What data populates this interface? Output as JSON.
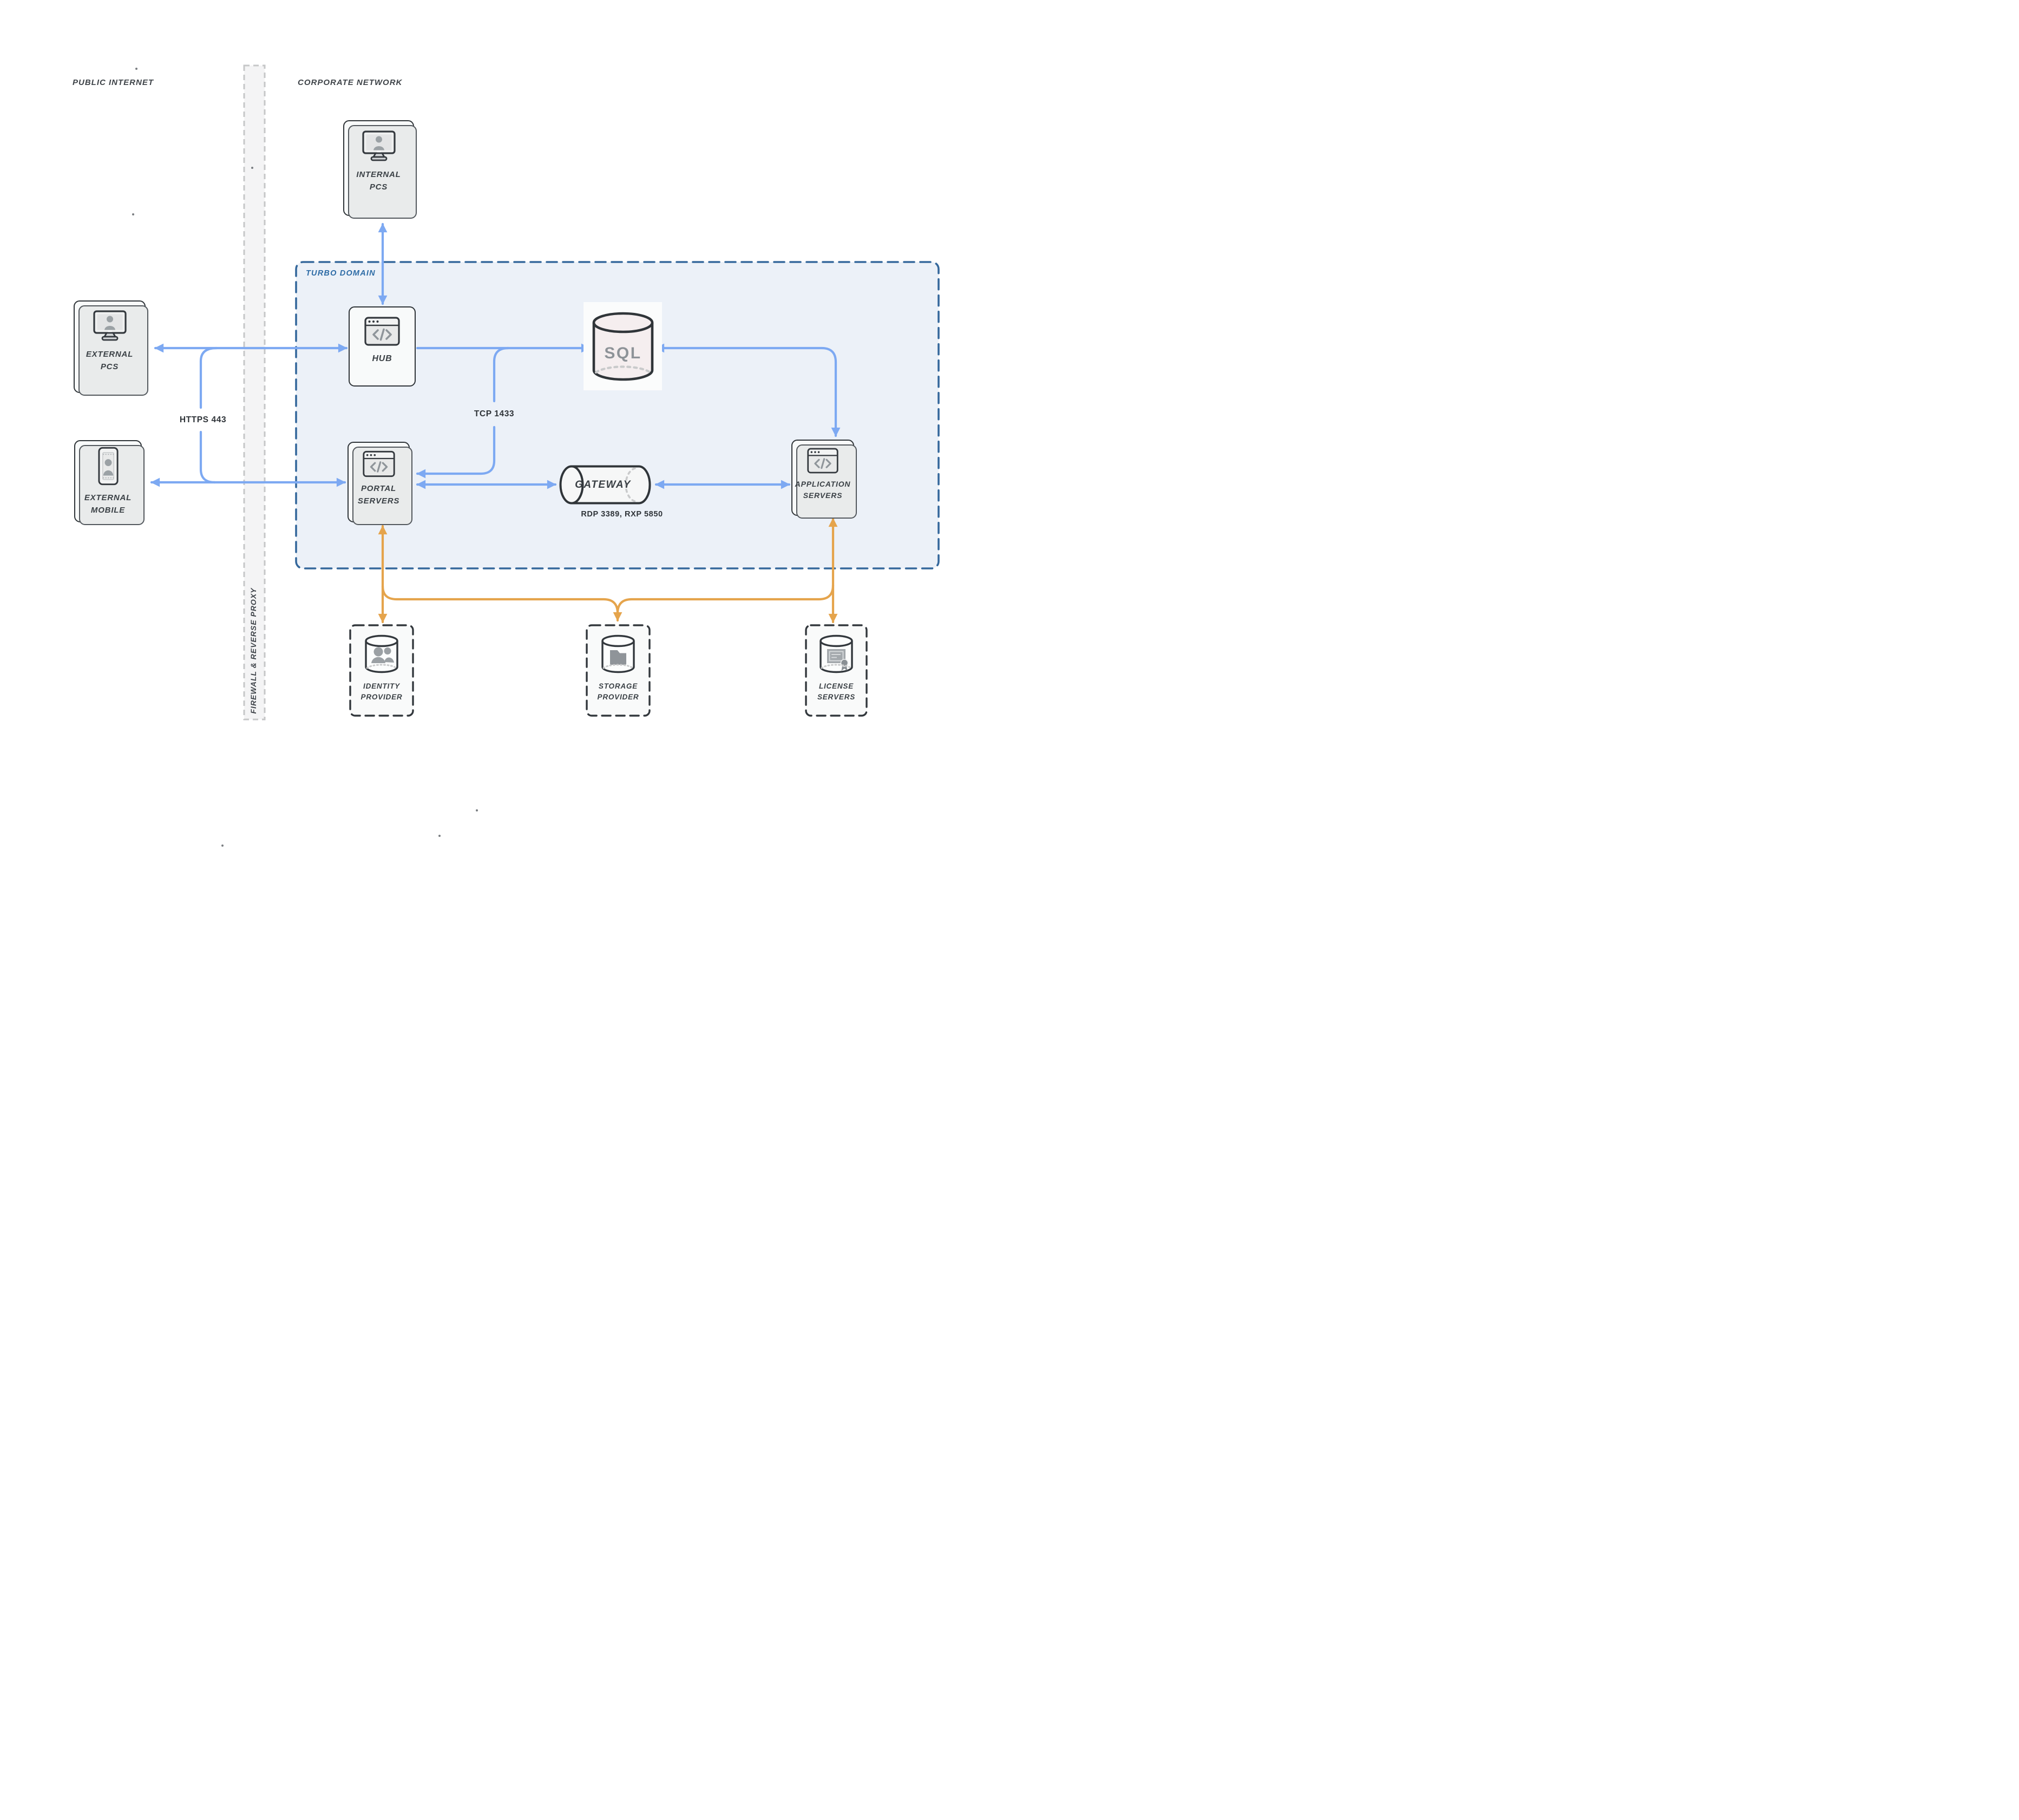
{
  "regions": {
    "public_internet": "PUBLIC INTERNET",
    "corporate_network": "CORPORATE NETWORK",
    "turbo_domain": "TURBO DOMAIN",
    "firewall": "FIREWALL & REVERSE PROXY"
  },
  "nodes": {
    "internal_pcs": {
      "label": [
        "INTERNAL",
        "PCS"
      ]
    },
    "external_pcs": {
      "label": [
        "EXTERNAL",
        "PCS"
      ]
    },
    "external_mobile": {
      "label": [
        "EXTERNAL",
        "MOBILE"
      ]
    },
    "hub": {
      "label": [
        "HUB"
      ]
    },
    "portal_servers": {
      "label": [
        "PORTAL",
        "SERVERS"
      ]
    },
    "application_servers": {
      "label": [
        "APPLICATION",
        "SERVERS"
      ]
    },
    "sql_database": {
      "label": "SQL"
    },
    "gateway": {
      "label": "GATEWAY",
      "ports": "RDP 3389, RXP 5850"
    },
    "identity_provider": {
      "label": [
        "IDENTITY",
        "PROVIDER"
      ]
    },
    "storage_provider": {
      "label": [
        "STORAGE",
        "PROVIDER"
      ]
    },
    "license_servers": {
      "label": [
        "LICENSE",
        "SERVERS"
      ]
    }
  },
  "connections": {
    "https": "HTTPS 443",
    "tcp": "TCP 1433"
  },
  "icons": {
    "internal_pcs": "monitor-user-icon",
    "external_pcs": "monitor-user-icon",
    "external_mobile": "mobile-user-icon",
    "hub": "browser-code-icon",
    "portal_servers": "browser-code-icon",
    "application_servers": "browser-code-icon",
    "sql_database": "database-cylinder-icon",
    "gateway": "pipe-cylinder-icon",
    "identity_provider": "users-database-icon",
    "storage_provider": "folder-database-icon",
    "license_servers": "certificate-database-icon"
  },
  "colors": {
    "arrow_blue": "#7DA9F2",
    "arrow_orange": "#E5A44C",
    "domain_border": "#35689C",
    "domain_fill": "#ECF1F8",
    "node_stroke": "#303539",
    "label_text": "#3A4045",
    "turbo_label": "#2E6CA6"
  }
}
